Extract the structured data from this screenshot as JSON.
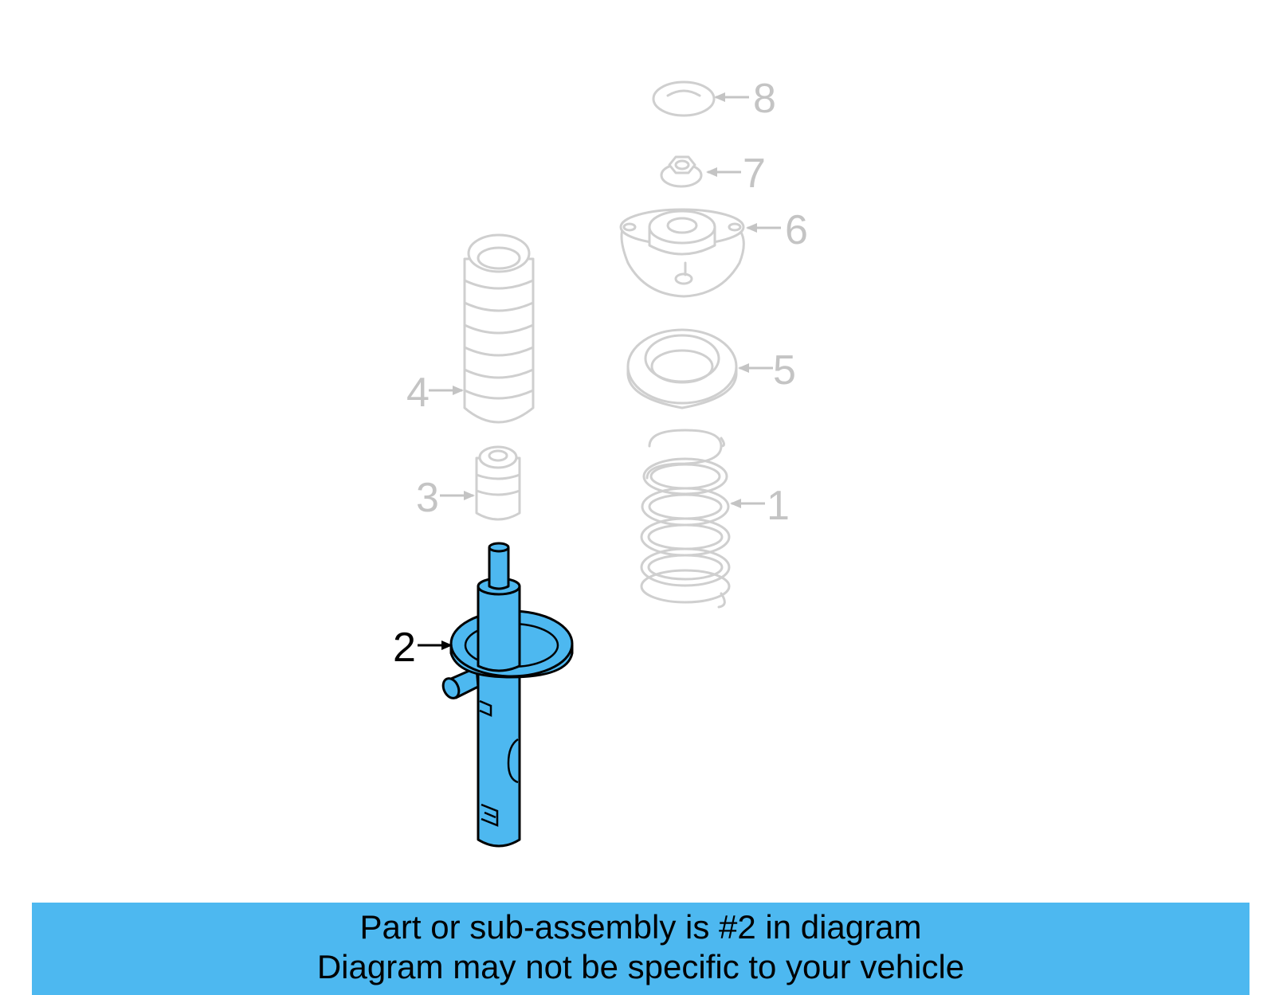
{
  "colors": {
    "highlight": "#4db8f0",
    "banner": "#4db8f0",
    "ghost_part": "#cfcfcf",
    "ghost_label": "#c4c4c4",
    "active_label": "#000000"
  },
  "callouts": {
    "c1": "1",
    "c2": "2",
    "c3": "3",
    "c4": "4",
    "c5": "5",
    "c6": "6",
    "c7": "7",
    "c8": "8"
  },
  "highlighted_part": "2",
  "banner": {
    "line1": "Part or sub-assembly is #2 in diagram",
    "line2": "Diagram may not be specific to your vehicle"
  }
}
